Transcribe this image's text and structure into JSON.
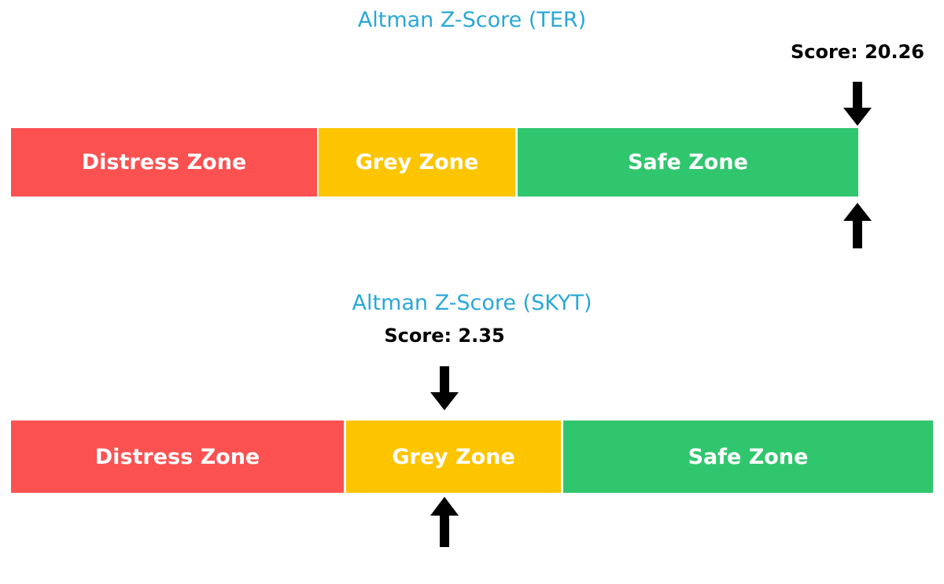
{
  "page": {
    "background_color": "#ffffff",
    "title_color": "#29a8d8",
    "score_color": "#000000",
    "arrow_color": "#000000"
  },
  "chart_data": [
    {
      "type": "bar",
      "title": "Altman Z-Score (TER)",
      "ticker": "TER",
      "score_label": "Score: 20.26",
      "score_value": 20.26,
      "marker_position_pct": 100,
      "categories": [
        "Distress Zone",
        "Grey Zone",
        "Safe Zone"
      ],
      "values": [
        33.0,
        21.5,
        45.5
      ],
      "colors": [
        "#fb5151",
        "#fcc500",
        "#30c66e"
      ],
      "xlabel": "",
      "ylabel": "",
      "grid": false,
      "legend": "none",
      "segments": [
        {
          "label": "Distress Zone",
          "color": "#fb5151"
        },
        {
          "label": "Grey Zone",
          "color": "#fcc500"
        },
        {
          "label": "Safe Zone",
          "color": "#30c66e"
        }
      ]
    },
    {
      "type": "bar",
      "title": "Altman Z-Score (SKYT)",
      "ticker": "SKYT",
      "score_label": "Score: 2.35",
      "score_value": 2.35,
      "marker_position_pct": 47,
      "categories": [
        "Distress Zone",
        "Grey Zone",
        "Safe Zone"
      ],
      "values": [
        36.0,
        23.3,
        40.7
      ],
      "colors": [
        "#fb5151",
        "#fcc500",
        "#30c66e"
      ],
      "xlabel": "",
      "ylabel": "",
      "grid": false,
      "legend": "none",
      "segments": [
        {
          "label": "Distress Zone",
          "color": "#fb5151"
        },
        {
          "label": "Grey Zone",
          "color": "#fcc500"
        },
        {
          "label": "Safe Zone",
          "color": "#30c66e"
        }
      ]
    }
  ],
  "icons": {
    "down_arrow": "arrow-down-icon",
    "up_arrow": "arrow-up-icon"
  }
}
